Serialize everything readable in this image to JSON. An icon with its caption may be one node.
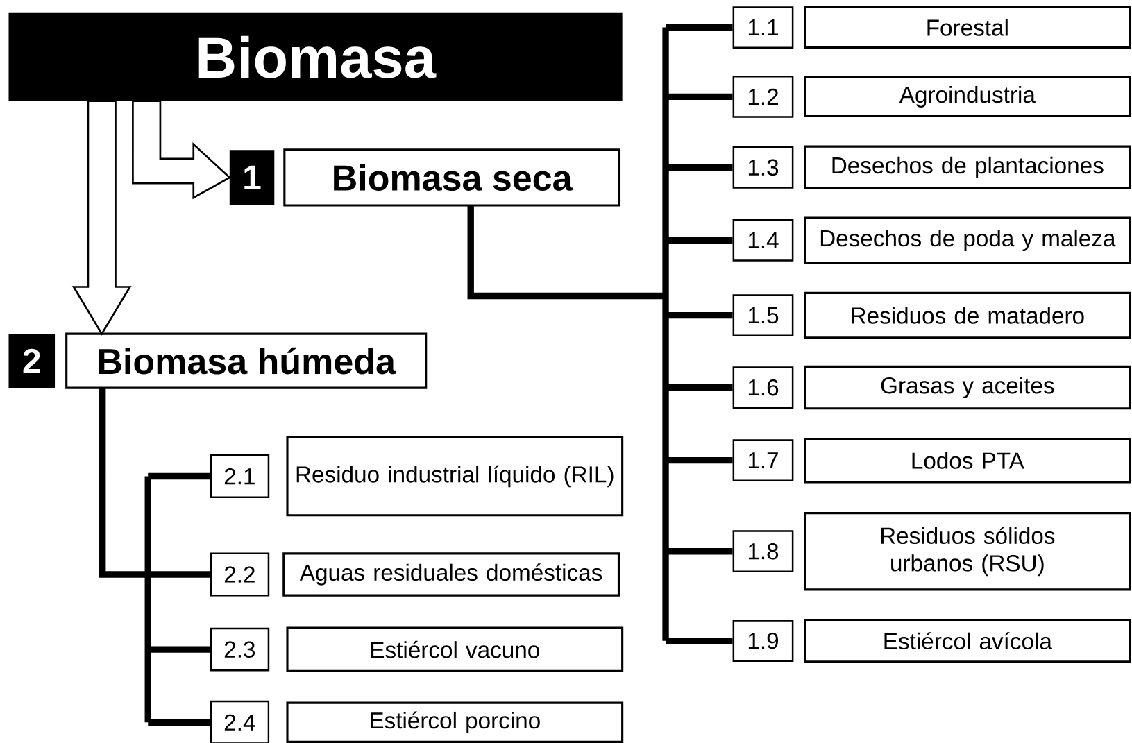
{
  "diagram": {
    "nodes": [
      {
        "text": [
          "Biomasa"
        ]
      },
      {
        "text": [
          "1"
        ]
      },
      {
        "text": [
          "Biomasa seca"
        ]
      },
      {
        "text": [
          "2"
        ]
      },
      {
        "text": [
          "Biomasa húmeda"
        ]
      },
      {
        "text": [
          "1.1"
        ]
      },
      {
        "text": [
          "Forestal"
        ]
      },
      {
        "text": [
          "1.2"
        ]
      },
      {
        "text": [
          "Agroindustria"
        ]
      },
      {
        "text": [
          "1.3"
        ]
      },
      {
        "text": [
          "Desechos de plantaciones"
        ]
      },
      {
        "text": [
          "1.4"
        ]
      },
      {
        "text": [
          "Desechos de poda y maleza"
        ]
      },
      {
        "text": [
          "1.5"
        ]
      },
      {
        "text": [
          "Residuos de matadero"
        ]
      },
      {
        "text": [
          "1.6"
        ]
      },
      {
        "text": [
          "Grasas y aceites"
        ]
      },
      {
        "text": [
          "1.7"
        ]
      },
      {
        "text": [
          "Lodos PTA"
        ]
      },
      {
        "text": [
          "1.8"
        ]
      },
      {
        "text": [
          "Residuos sólidos urbanos (RSU)"
        ]
      },
      {
        "text": [
          "1.9"
        ]
      },
      {
        "text": [
          "Estiércol avícola"
        ]
      },
      {
        "text": [
          "2.1"
        ]
      },
      {
        "text": [
          "Residuo industrial líquido (RIL)"
        ]
      },
      {
        "text": [
          "2.2"
        ]
      },
      {
        "text": [
          "Aguas residuales domésticas"
        ]
      },
      {
        "text": [
          "2.3"
        ]
      },
      {
        "text": [
          "Estiércol vacuno"
        ]
      },
      {
        "text": [
          "2.4"
        ]
      },
      {
        "text": [
          "Estiércol porcino"
        ]
      }
    ],
    "edges": [
      {
        "from": 0,
        "to": 1,
        "arrow": "to"
      },
      {
        "from": 0,
        "to": 3,
        "arrow": "to"
      },
      {
        "from": 2,
        "to": 5,
        "arrow": "none"
      },
      {
        "from": 2,
        "to": 7,
        "arrow": "none"
      },
      {
        "from": 2,
        "to": 9,
        "arrow": "none"
      },
      {
        "from": 2,
        "to": 11,
        "arrow": "none"
      },
      {
        "from": 2,
        "to": 13,
        "arrow": "none"
      },
      {
        "from": 2,
        "to": 15,
        "arrow": "none"
      },
      {
        "from": 2,
        "to": 17,
        "arrow": "none"
      },
      {
        "from": 2,
        "to": 19,
        "arrow": "none"
      },
      {
        "from": 2,
        "to": 21,
        "arrow": "none"
      },
      {
        "from": 4,
        "to": 23,
        "arrow": "none"
      },
      {
        "from": 4,
        "to": 25,
        "arrow": "none"
      },
      {
        "from": 4,
        "to": 27,
        "arrow": "none"
      },
      {
        "from": 4,
        "to": 29,
        "arrow": "none"
      }
    ]
  }
}
